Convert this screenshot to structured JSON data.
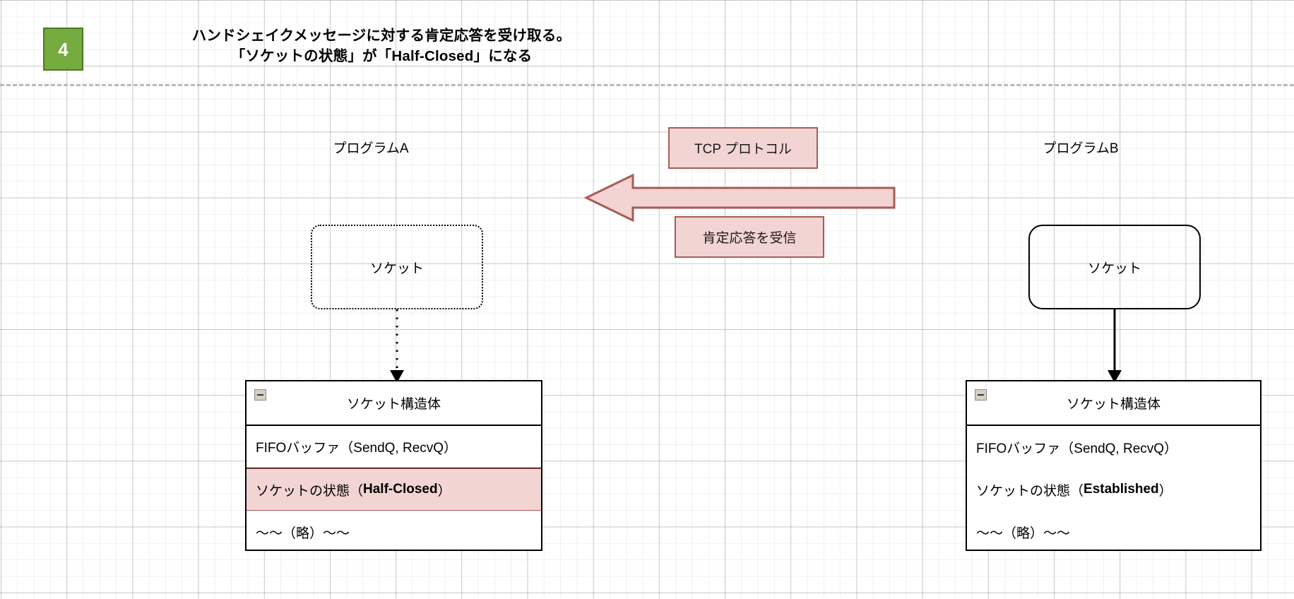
{
  "step": {
    "number": "4",
    "title": "ハンドシェイクメッセージに対する肯定応答を受け取る。\n「ソケットの状態」が「Half-Closed」になる",
    "badge_color": "#76ab3f"
  },
  "columns": {
    "left_title": "プログラムA",
    "right_title": "プログラムB"
  },
  "sockets": {
    "left_label": "ソケット",
    "right_label": "ソケット"
  },
  "protocol": {
    "channel_label": "TCP プロトコル",
    "message_label": "肯定応答を受信",
    "direction": "right-to-left",
    "accent_fill": "#f2d4d2",
    "accent_stroke": "#a85b57"
  },
  "struct_left": {
    "header": "ソケット構造体",
    "rows": [
      {
        "text": "FIFOバッファ（SendQ, RecvQ）",
        "highlight": false,
        "bold_part": ""
      },
      {
        "prefix": "ソケットの状態（",
        "bold_part": "Half-Closed",
        "suffix": "）",
        "highlight": true
      },
      {
        "text": "〜〜（略）〜〜",
        "highlight": false,
        "bold_part": ""
      }
    ]
  },
  "struct_right": {
    "header": "ソケット構造体",
    "rows": [
      {
        "text": "FIFOバッファ（SendQ, RecvQ）",
        "highlight": false,
        "bold_part": ""
      },
      {
        "prefix": "ソケットの状態（",
        "bold_part": "Established",
        "suffix": "）",
        "highlight": false
      },
      {
        "text": "〜〜（略）〜〜",
        "highlight": false,
        "bold_part": ""
      }
    ]
  }
}
